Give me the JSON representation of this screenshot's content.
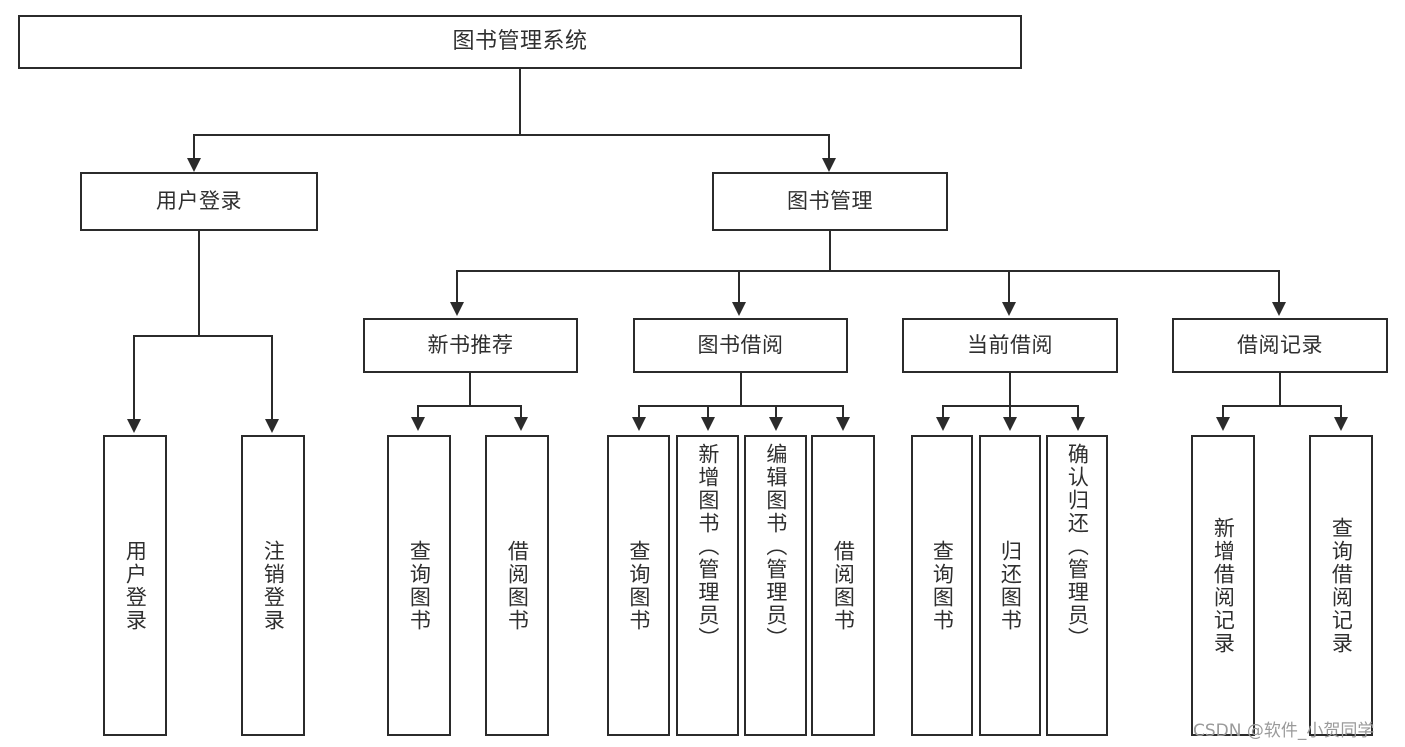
{
  "diagram": {
    "type": "tree",
    "title": "图书管理系统",
    "root": {
      "label": "图书管理系统"
    },
    "level2": [
      {
        "label": "用户登录"
      },
      {
        "label": "图书管理"
      }
    ],
    "level3": [
      {
        "label": "新书推荐"
      },
      {
        "label": "图书借阅"
      },
      {
        "label": "当前借阅"
      },
      {
        "label": "借阅记录"
      }
    ],
    "leaves": {
      "user_login": [
        {
          "label": "用户登录"
        },
        {
          "label": "注销登录"
        }
      ],
      "new_book": [
        {
          "label": "查询图书"
        },
        {
          "label": "借阅图书"
        }
      ],
      "book_borrow": [
        {
          "label": "查询图书"
        },
        {
          "label": "新增图书（管理员）"
        },
        {
          "label": "编辑图书（管理员）"
        },
        {
          "label": "借阅图书"
        }
      ],
      "current_borrow": [
        {
          "label": "查询图书"
        },
        {
          "label": "归还图书"
        },
        {
          "label": "确认归还（管理员）"
        }
      ],
      "borrow_record": [
        {
          "label": "新增借阅记录"
        },
        {
          "label": "查询借阅记录"
        }
      ]
    }
  },
  "watermark": {
    "text": "CSDN @软件_小贺同学"
  },
  "colors": {
    "border": "#2b2b2b",
    "text": "#2f2f2f",
    "background": "#ffffff",
    "watermark": "#9a9a9a"
  }
}
